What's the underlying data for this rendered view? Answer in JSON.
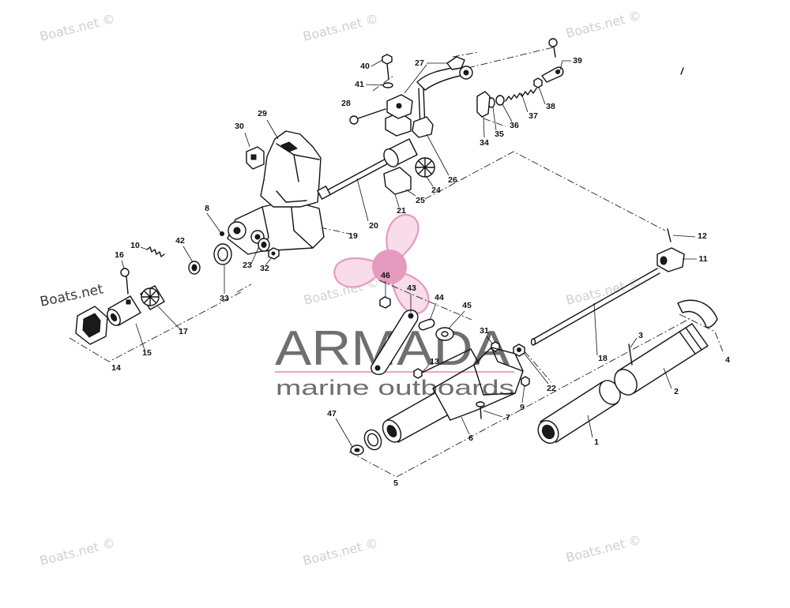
{
  "watermark": {
    "text": "Boats.net ©",
    "left_text": "Boats.net",
    "color": "#cfcfcf"
  },
  "logo": {
    "name": "ARMADA",
    "tagline": "marine outboards",
    "accent_color": "#e59abf",
    "text_color": "#6f6f6f",
    "icon": "propeller-icon"
  },
  "callouts": {
    "1": "1",
    "2": "2",
    "3": "3",
    "4": "4",
    "5": "5",
    "6": "6",
    "7": "7",
    "8": "8",
    "9": "9",
    "10": "10",
    "11": "11",
    "12": "12",
    "13": "13",
    "14": "14",
    "15": "15",
    "16": "16",
    "17": "17",
    "18": "18",
    "19": "19",
    "20": "20",
    "21": "21",
    "22": "22",
    "23": "23",
    "24": "24",
    "25": "25",
    "26": "26",
    "27": "27",
    "28": "28",
    "29": "29",
    "30": "30",
    "31": "31",
    "32": "32",
    "33": "33",
    "34": "34",
    "35": "35",
    "36": "36",
    "37": "37",
    "38": "38",
    "39": "39",
    "40": "40",
    "41": "41",
    "42": "42",
    "43": "43",
    "44": "44",
    "45": "45",
    "46": "46",
    "47": "47"
  }
}
